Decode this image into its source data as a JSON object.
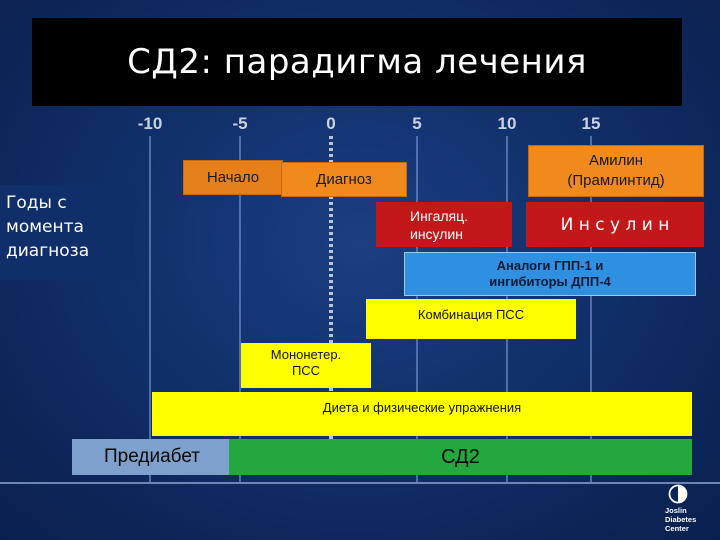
{
  "title": "СД2: парадигма лечения",
  "axis": {
    "ticks": [
      "-10",
      "-5",
      "0",
      "5",
      "10",
      "15"
    ]
  },
  "years_label": [
    "Годы с",
    "момента",
    "диагноза"
  ],
  "boxes": {
    "onset": "Начало",
    "diagnosis": "Диагноз",
    "amylin": [
      "Амилин",
      "(Прамлинтид)"
    ],
    "inhaled_insulin": [
      "Ингаляц.",
      "инсулин"
    ],
    "insulin": "И н с у л и н",
    "glp1_dpp4": [
      "Аналоги ГПП-1 и",
      "ингибиторы ДПП-4"
    ],
    "combination": "Комбинация ПСС",
    "monotherapy": [
      "Мононетер.",
      "ПСС"
    ],
    "diet": "Диета и физические упражнения",
    "prediabetes": "Предиабет",
    "t2d": "СД2"
  },
  "logo": {
    "lines": [
      "Joslin",
      "Diabetes",
      "Center"
    ]
  },
  "colors": {
    "orange": "#f08a1c",
    "red": "#c2181a",
    "blue": "#2f8fe0",
    "yellow": "#ffff00",
    "green": "#22a83e",
    "grey_blue": "#7da0cc"
  }
}
